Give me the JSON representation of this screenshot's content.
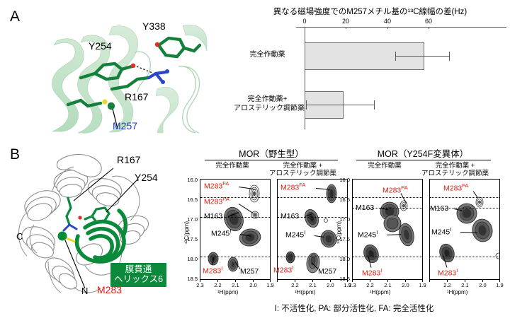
{
  "panels": {
    "a_letter": "A",
    "b_letter": "B"
  },
  "panel_a_structure": {
    "labels": [
      {
        "text": "Y338",
        "color": "black"
      },
      {
        "text": "Y254",
        "color": "black"
      },
      {
        "text": "R167",
        "color": "black"
      },
      {
        "text": "M257",
        "color": "#1a3fb5"
      }
    ],
    "y338": "Y338",
    "y254": "Y254",
    "r167": "R167",
    "m257": "M257"
  },
  "panel_b_structure": {
    "r167": "R167",
    "y254": "Y254",
    "c_term": "C",
    "n_term": "N",
    "m283": "M283",
    "tm6_box_line1": "膜貫通",
    "tm6_box_line2": "ヘリックス6",
    "tm6_color": "#0b8a3c"
  },
  "chart_data": {
    "type": "bar",
    "orientation": "horizontal",
    "title": "異なる磁場強度でのM257メチル基の¹³C線幅の差(Hz)",
    "xlabel": "",
    "ylabel": "",
    "categories": [
      "完全作動薬",
      "完全作動薬+\nアロステリック調節薬"
    ],
    "category_lines": [
      [
        "完全作動薬"
      ],
      [
        "完全作動薬+",
        "アロステリック調節薬"
      ]
    ],
    "values": [
      58,
      19
    ],
    "errors_low": [
      44,
      1
    ],
    "errors_high": [
      70,
      33
    ],
    "xticks": [
      0,
      20,
      40,
      60
    ],
    "xtick_labels": [
      "0",
      "20",
      "40",
      "60"
    ],
    "xlim": [
      0,
      66
    ],
    "grid": false,
    "bar_fill": "#e3e3e3",
    "bar_edge": "#6d6e70"
  },
  "spectra_groups": [
    {
      "title": "MOR（野生型）",
      "panels": [
        {
          "sub_lines": [
            "完全作動薬"
          ]
        },
        {
          "sub_lines": [
            "完全作動薬 +",
            "アロステリック調節薬"
          ]
        }
      ]
    },
    {
      "title": "MOR（Y254F変異体）",
      "panels": [
        {
          "sub_lines": [
            "完全作動薬"
          ]
        },
        {
          "sub_lines": [
            "完全作動薬 +",
            "アロステリック調節薬"
          ]
        }
      ]
    }
  ],
  "spectra_axes": {
    "ylabel": "¹³C(ppm)",
    "xlabel": "¹H(ppm)",
    "yticks": [
      "16.0",
      "16.5",
      "17.0",
      "17.5",
      "18.0",
      "18.5"
    ],
    "ytick_values": [
      16.0,
      16.5,
      17.0,
      17.5,
      18.0,
      18.5
    ],
    "ylim": [
      16.0,
      18.5
    ],
    "xticks": [
      "2.3",
      "2.2",
      "2.1",
      "2.0",
      "1.9"
    ],
    "xtick_values": [
      2.3,
      2.2,
      2.1,
      2.0,
      1.9
    ],
    "xlim": [
      2.3,
      1.9
    ]
  },
  "spectra_peaks": {
    "panel1": [
      {
        "base": "M283",
        "sup": "FA",
        "color": "red"
      },
      {
        "base": "M283",
        "sup": "PA",
        "color": "red"
      },
      {
        "base": "M163",
        "sup": "",
        "color": "black"
      },
      {
        "base": "M245",
        "sup": "I",
        "color": "black"
      },
      {
        "base": "M283",
        "sup": "I",
        "color": "red"
      },
      {
        "base": "M257",
        "sup": "",
        "color": "black"
      }
    ],
    "panel2": [
      {
        "base": "M283",
        "sup": "FA",
        "color": "red"
      },
      {
        "base": "M163",
        "sup": "",
        "color": "black"
      },
      {
        "base": "M245",
        "sup": "I",
        "color": "black"
      },
      {
        "base": "M283",
        "sup": "I",
        "color": "red"
      },
      {
        "base": "M257",
        "sup": "",
        "color": "black"
      }
    ],
    "panel3": [
      {
        "base": "M283",
        "sup": "PA",
        "color": "red"
      },
      {
        "base": "M163",
        "sup": "",
        "color": "black"
      },
      {
        "base": "M245",
        "sup": "I",
        "color": "black"
      },
      {
        "base": "M283",
        "sup": "I",
        "color": "red"
      }
    ],
    "panel4": [
      {
        "base": "M283",
        "sup": "FA",
        "color": "red"
      },
      {
        "base": "M163",
        "sup": "",
        "color": "black"
      },
      {
        "base": "M245",
        "sup": "I",
        "color": "black"
      },
      {
        "base": "M283",
        "sup": "I",
        "color": "red"
      }
    ]
  },
  "peak_text": {
    "m283fa": "M283",
    "m283fa_sup": "FA",
    "m283pa": "M283",
    "m283pa_sup": "PA",
    "m283i": "M283",
    "m283i_sup": "I",
    "m163": "M163",
    "m245i": "M245",
    "m245i_sup": "I",
    "m257": "M257"
  },
  "caption": "I: 不活性化, PA: 部分活性化, FA: 完全活性化"
}
